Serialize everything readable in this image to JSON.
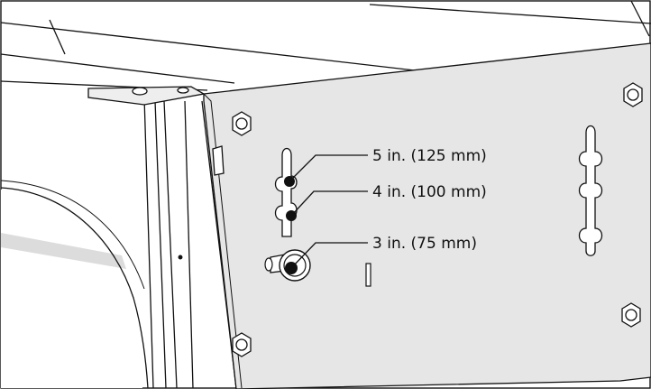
{
  "diagram": {
    "callouts": [
      {
        "id": "5in",
        "label": "5 in. (125 mm)"
      },
      {
        "id": "4in",
        "label": "4 in. (100 mm)"
      },
      {
        "id": "3in",
        "label": "3 in. (75 mm)"
      }
    ],
    "colors": {
      "panel_fill": "#e6e6e6",
      "line": "#111111",
      "hole_fill": "#111111",
      "floor_band": "#dcdcdc",
      "background": "#ffffff"
    }
  }
}
